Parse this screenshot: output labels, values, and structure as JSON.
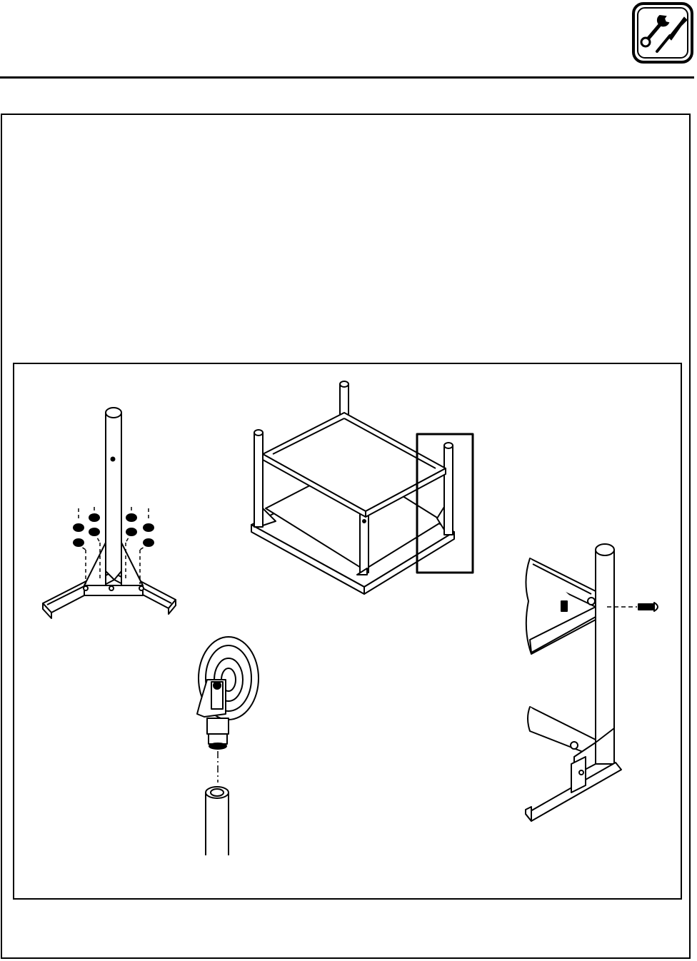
{
  "page": {
    "header_icon": "wrench-screwdriver-icon"
  },
  "figure": {
    "components": [
      "leg-foot-bracket-with-nuts",
      "stand-frame-with-shelves",
      "caster-wheel-and-leg-tube",
      "shelf-to-leg-screw-detail"
    ],
    "highlight": "corner-leg-box"
  },
  "colors": {
    "ink": "#000000",
    "paper": "#ffffff"
  }
}
